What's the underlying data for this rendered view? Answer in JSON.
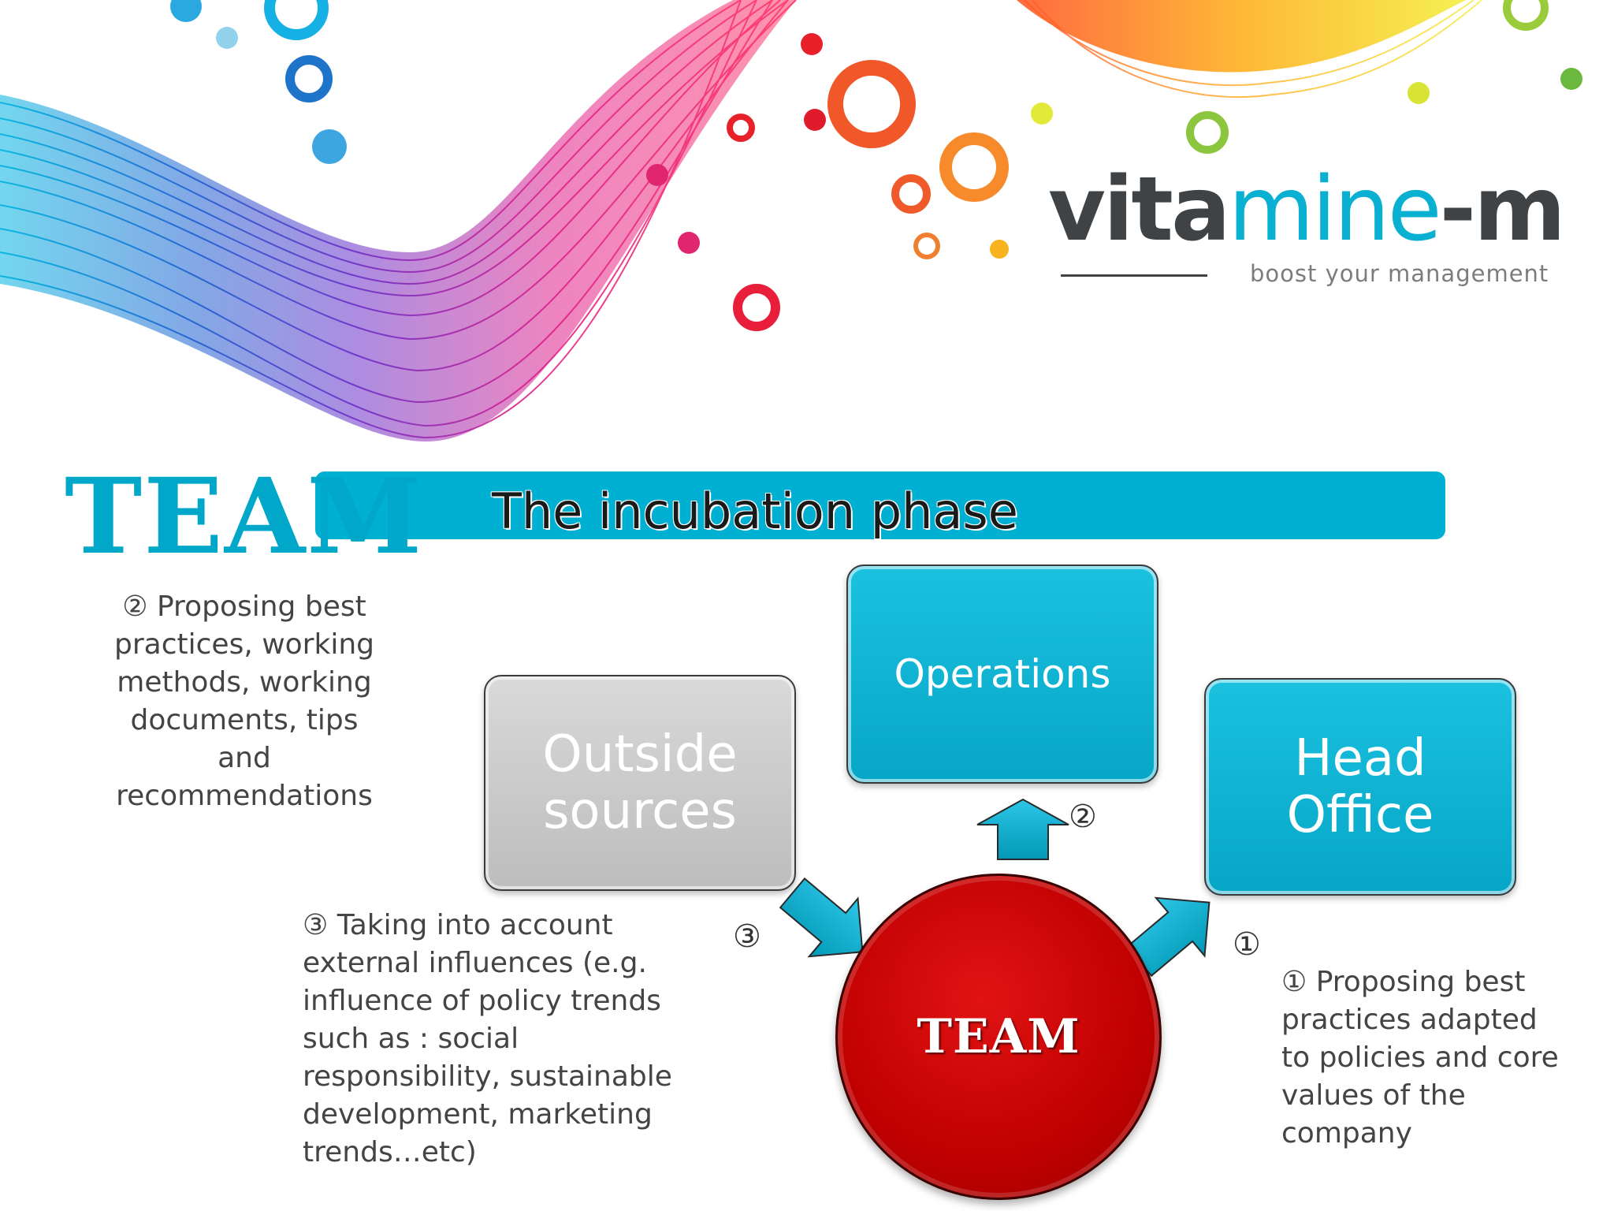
{
  "logo": {
    "part_a": "vita",
    "part_b": "mine",
    "part_c": "-m",
    "tagline": "boost your management"
  },
  "header": {
    "team_word": "TEAM",
    "title": "The incubation phase"
  },
  "notes": {
    "best_practices_working": "② Proposing best\npractices, working\nmethods, working\ndocuments, tips\nand\nrecommendations",
    "external_influences": "③ Taking into account\nexternal influences (e.g.\ninfluence of policy trends\nsuch as : social\nresponsibility, sustainable\ndevelopment, marketing\ntrends…etc)",
    "best_practices_policies": "① Proposing best\npractices adapted\nto policies and core\nvalues of the\ncompany"
  },
  "diagram": {
    "outside_sources": "Outside\nsources",
    "operations": "Operations",
    "head_office": "Head\nOffice",
    "team_circle": "TEAM",
    "num_1": "①",
    "num_2": "②",
    "num_3": "③"
  },
  "colors": {
    "accent_cyan": "#00b0d2",
    "team_red": "#c00000",
    "logo_gray": "#3f4346",
    "box_gray": "#c8c8c8"
  }
}
